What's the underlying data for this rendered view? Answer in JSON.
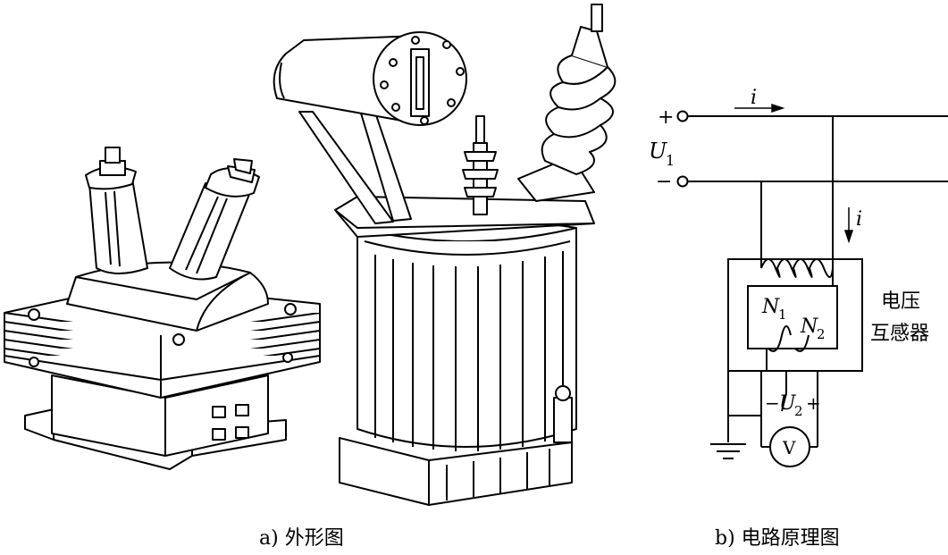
{
  "captions": {
    "a": "a) 外形图",
    "b": "b) 电路原理图"
  },
  "circuit": {
    "plus": "+",
    "minus": "−",
    "u1_symbol": "U",
    "u1_sub": "1",
    "current_top": "i",
    "current_down": "i",
    "n1_symbol": "N",
    "n1_sub": "1",
    "n2_symbol": "N",
    "n2_sub": "2",
    "u2_minus": "−",
    "u2_symbol": "U",
    "u2_sub": "2",
    "u2_plus": "+",
    "voltmeter": "V",
    "device_label_line1": "电压",
    "device_label_line2": "互感器"
  }
}
